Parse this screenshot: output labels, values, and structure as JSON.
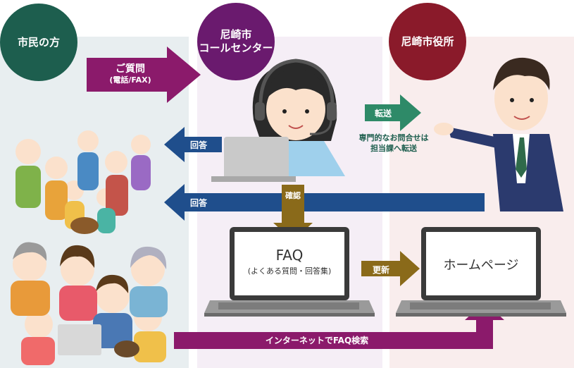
{
  "columns": {
    "citizens": {
      "label": "市民の方"
    },
    "callcenter": {
      "line1": "尼崎市",
      "line2": "コールセンター"
    },
    "cityhall": {
      "label": "尼崎市役所"
    }
  },
  "arrows": {
    "inquiry": {
      "label": "ご質問",
      "sub": "(電話/FAX)"
    },
    "answer_top": {
      "label": "回答"
    },
    "answer_bottom": {
      "label": "回答"
    },
    "transfer": {
      "label": "転送"
    },
    "transfer_note": {
      "line1": "専門的なお問合せは",
      "line2": "担当課へ転送"
    },
    "confirm": {
      "label": "確認"
    },
    "update": {
      "label": "更新"
    },
    "internet": {
      "label": "インターネットでFAQ検索"
    }
  },
  "laptops": {
    "faq": {
      "title": "FAQ",
      "sub": "(よくある質問・回答集)"
    },
    "homepage": {
      "title": "ホームページ"
    }
  },
  "colors": {
    "citizens_bg": "#e8eef0",
    "callcenter_bg": "#f5eef6",
    "cityhall_bg": "#f9eded",
    "citizens_circle": "#1d5e4e",
    "callcenter_circle": "#6a1a6e",
    "cityhall_circle": "#8a1a2a",
    "purple_arrow": "#8b1a6b",
    "blue_arrow": "#1f4e8c",
    "green_arrow": "#2e8a68",
    "brown_arrow": "#8a6a1a"
  }
}
